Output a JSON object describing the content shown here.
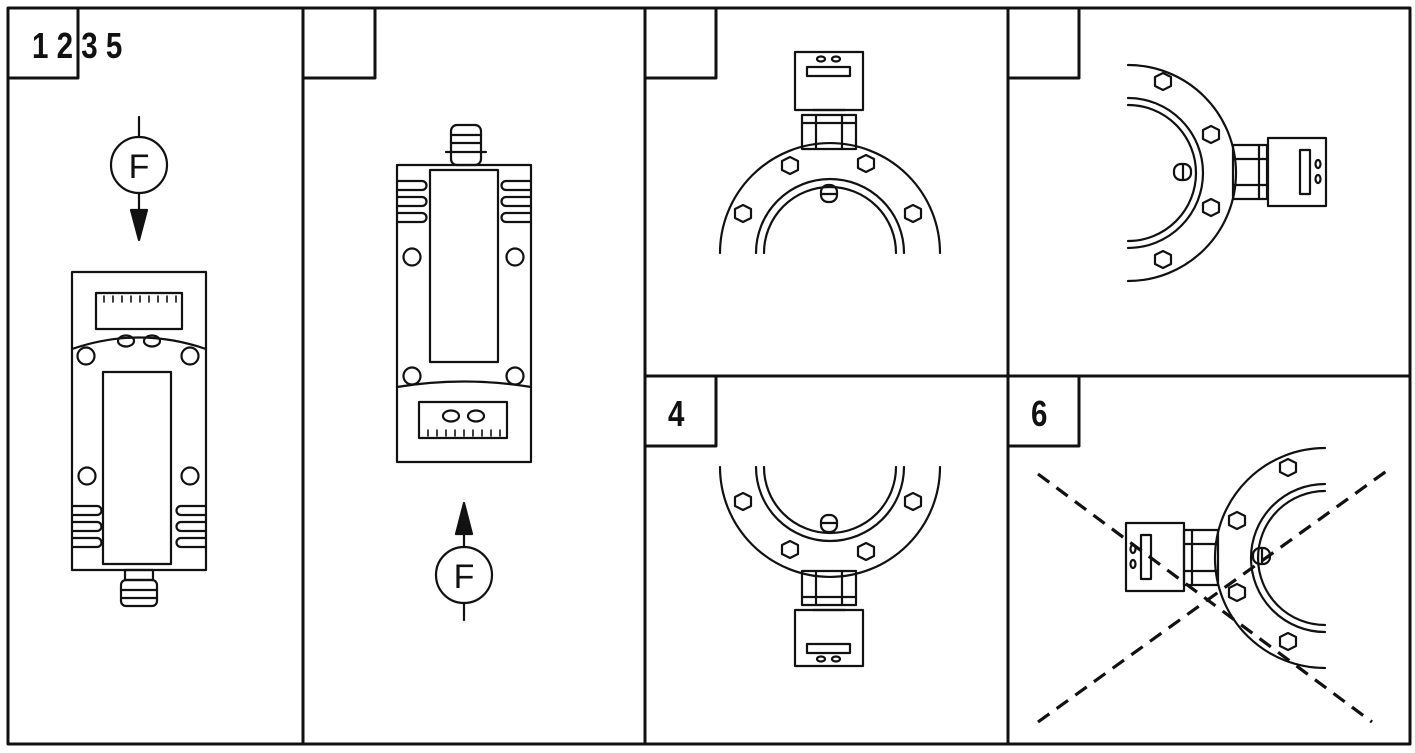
{
  "panels": [
    {
      "id": "p1",
      "label": "1 2 3 5"
    },
    {
      "id": "p2",
      "label": ""
    },
    {
      "id": "p3",
      "label": ""
    },
    {
      "id": "p4",
      "label": ""
    },
    {
      "id": "p5",
      "label": "4"
    },
    {
      "id": "p6",
      "label": "6"
    }
  ],
  "flow_label": "F"
}
